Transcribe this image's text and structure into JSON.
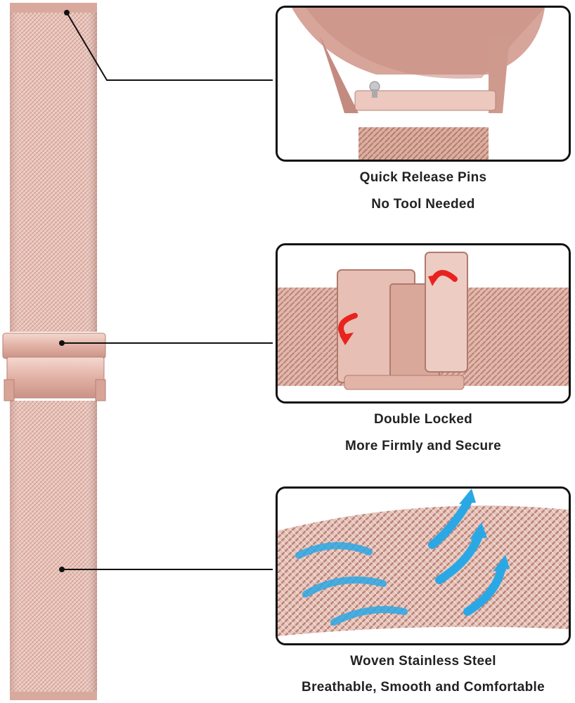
{
  "features": [
    {
      "title": "Quick Release Pins",
      "subtitle": "No Tool Needed",
      "detail": "quick-release-pin-closeup"
    },
    {
      "title": "Double Locked",
      "subtitle": "More Firmly and Secure",
      "detail": "folding-clasp-closeup"
    },
    {
      "title": "Woven Stainless Steel",
      "subtitle": "Breathable, Smooth and Comfortable",
      "detail": "mesh-weave-closeup"
    }
  ],
  "colors": {
    "band": "#e6bdb3",
    "band_dark": "#b98478",
    "border": "#111111",
    "arrow_red": "#e8231f",
    "arrow_blue": "#2aa8e6",
    "caption": "#222222"
  },
  "icons": [
    "curved-red-arrow-icon",
    "blue-airflow-arrow-icon"
  ]
}
